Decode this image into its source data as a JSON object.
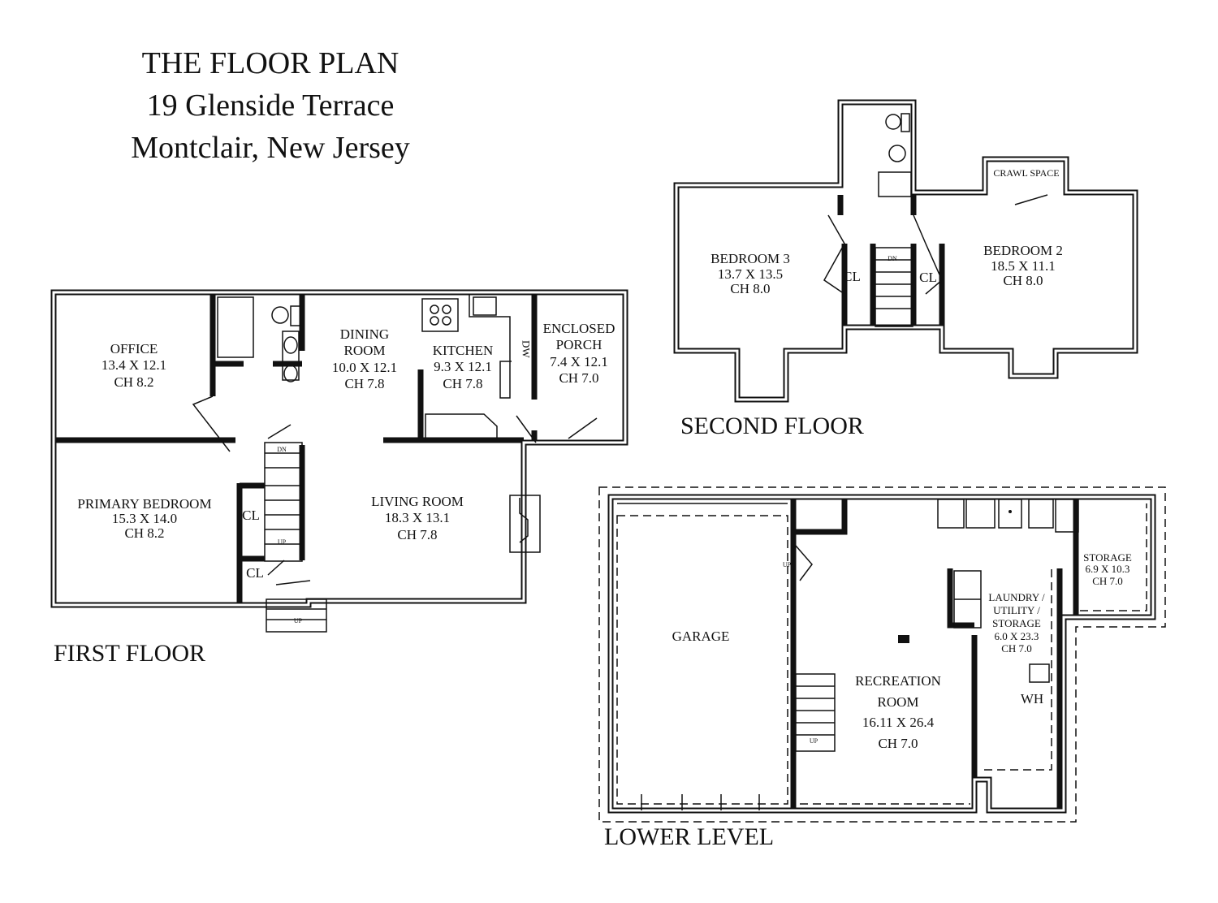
{
  "title": {
    "line1": "THE FLOOR PLAN",
    "line2": "19 Glenside Terrace",
    "line3": "Montclair, New Jersey"
  },
  "floors": {
    "first": {
      "label": "FIRST FLOOR",
      "rooms": [
        {
          "name": "OFFICE",
          "dims": "13.4 X 12.1",
          "ch": "CH 8.2"
        },
        {
          "name": "DINING ROOM",
          "name2": "ROOM",
          "name1": "DINING",
          "dims": "10.0 X 12.1",
          "ch": "CH 7.8"
        },
        {
          "name": "KITCHEN",
          "dims": "9.3 X 12.1",
          "ch": "CH 7.8"
        },
        {
          "name1": "ENCLOSED",
          "name2": "PORCH",
          "dims": "7.4 X 12.1",
          "ch": "CH 7.0"
        },
        {
          "name": "PRIMARY BEDROOM",
          "dims": "15.3 X 14.0",
          "ch": "CH 8.2"
        },
        {
          "name": "LIVING ROOM",
          "dims": "18.3 X 13.1",
          "ch": "CH 7.8"
        }
      ],
      "labels": {
        "dw": "DW",
        "cl1": "CL",
        "cl2": "CL",
        "dn": "DN",
        "up1": "UP",
        "up2": "UP"
      }
    },
    "second": {
      "label": "SECOND FLOOR",
      "rooms": [
        {
          "name": "BEDROOM 3",
          "dims": "13.7 X 13.5",
          "ch": "CH 8.0"
        },
        {
          "name": "BEDROOM 2",
          "dims": "18.5 X 11.1",
          "ch": "CH 8.0"
        }
      ],
      "labels": {
        "crawl": "CRAWL SPACE",
        "cl1": "CL",
        "cl2": "CL",
        "dn": "DN"
      }
    },
    "lower": {
      "label": "LOWER LEVEL",
      "rooms": [
        {
          "name": "GARAGE"
        },
        {
          "name1": "RECREATION",
          "name2": "ROOM",
          "dims": "16.11 X 26.4",
          "ch": "CH 7.0"
        },
        {
          "name1": "LAUNDRY /",
          "name2": "UTILITY /",
          "name3": "STORAGE",
          "dims": "6.0 X 23.3",
          "ch": "CH 7.0"
        },
        {
          "name": "STORAGE",
          "dims": "6.9 X 10.3",
          "ch": "CH 7.0"
        }
      ],
      "labels": {
        "wh": "WH",
        "up1": "UP",
        "up2": "UP"
      }
    }
  }
}
